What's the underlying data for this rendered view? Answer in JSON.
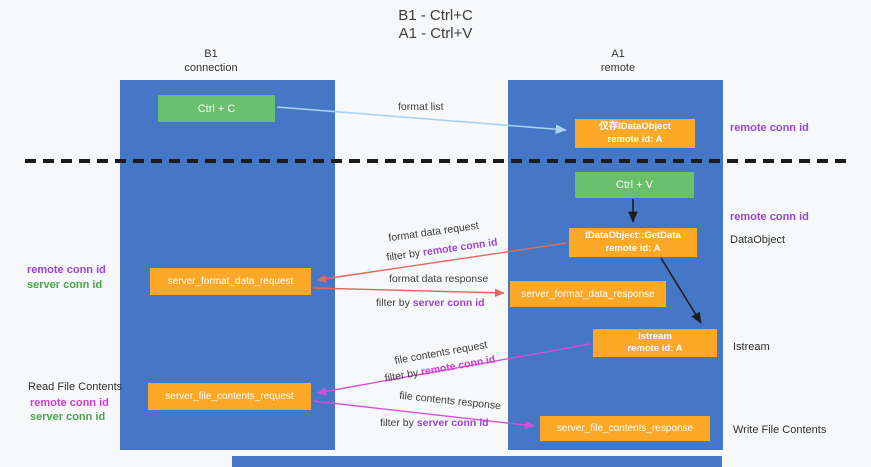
{
  "title": {
    "line1": "B1 - Ctrl+C",
    "line2": "A1 - Ctrl+V"
  },
  "lanes": {
    "b1": {
      "name": "B1",
      "role": "connection"
    },
    "a1": {
      "name": "A1",
      "role": "remote"
    }
  },
  "boxes": {
    "ctrl_c": {
      "label": "Ctrl + C"
    },
    "ctrl_v": {
      "label": "Ctrl + V"
    },
    "store_idataobject": {
      "line1": "仅存IDataObject",
      "line2": "remote id: A"
    },
    "idataobject_getdata": {
      "line1": "IDataObject::GetData",
      "line2": "remote id: A"
    },
    "istream": {
      "line1": "Istream",
      "line2": "remote id: A"
    },
    "server_format_data_request": {
      "label": "server_format_data_request"
    },
    "server_format_data_response": {
      "label": "server_format_data_response"
    },
    "server_file_contents_request": {
      "label": "server_file_contents_request"
    },
    "server_file_contents_response": {
      "label": "server_file_contents_response"
    }
  },
  "flow_labels": {
    "format_list": "format list",
    "format_data_request": "format data request",
    "format_data_request_filter": {
      "prefix": "filter by ",
      "value": "remote conn id"
    },
    "format_data_response": "format data response",
    "format_data_response_filter": {
      "prefix": "filter by ",
      "value": "server conn id"
    },
    "file_contents_request": "file contents request",
    "file_contents_request_filter": {
      "prefix": "filter by ",
      "value": "remote conn id"
    },
    "file_contents_response": "file contents response",
    "file_contents_response_filter": {
      "prefix": "filter by ",
      "value": "server conn id"
    }
  },
  "annotations": {
    "right_remote_conn_id_1": "remote conn id",
    "right_remote_conn_id_2": "remote conn id",
    "dataobject": "DataObject",
    "istream": "Istream",
    "write_file_contents": "Write File Contents",
    "left_remote_conn_id_1": "remote conn id",
    "left_server_conn_id_1": "server conn id",
    "read_file_contents": "Read File Contents",
    "left_remote_conn_id_2": "remote conn id",
    "left_server_conn_id_2": "server conn id"
  },
  "colors": {
    "lane_blue": "#4577c6",
    "box_green": "#69bf6b",
    "box_orange": "#fba829",
    "arrow_lightblue": "#a8d3f0",
    "arrow_red": "#e0685c",
    "arrow_magenta": "#d650d6",
    "arrow_black": "#1c1c1c",
    "text_purple": "#9b45d6",
    "text_magenta": "#d23bd2",
    "text_green": "#46a84a"
  }
}
